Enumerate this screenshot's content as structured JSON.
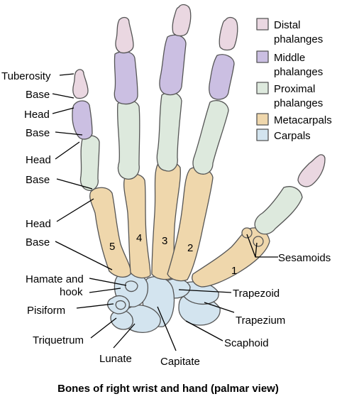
{
  "colors": {
    "distal": "#ead7e1",
    "middle": "#cbbfe2",
    "proximal": "#dde9dd",
    "metacarpal": "#efd7ac",
    "carpal": "#d3e4ef"
  },
  "legend": [
    {
      "line1": "Distal",
      "line2": "phalanges",
      "color_key": "distal"
    },
    {
      "line1": "Middle",
      "line2": "phalanges",
      "color_key": "middle"
    },
    {
      "line1": "Proximal",
      "line2": "phalanges",
      "color_key": "proximal"
    },
    {
      "line1": "Metacarpals",
      "line2": "",
      "color_key": "metacarpal"
    },
    {
      "line1": "Carpals",
      "line2": "",
      "color_key": "carpal"
    }
  ],
  "labels_left": {
    "tuberosity": "Tuberosity",
    "base_distal": "Base",
    "head_middle": "Head",
    "base_middle": "Base",
    "head_proximal": "Head",
    "base_proximal": "Base",
    "head_metacarpal": "Head",
    "base_metacarpal": "Base",
    "hamate_line1": "Hamate and",
    "hamate_line2": "hook",
    "pisiform": "Pisiform",
    "triquetrum": "Triquetrum",
    "lunate": "Lunate",
    "capitate": "Capitate"
  },
  "labels_right": {
    "sesamoids": "Sesamoids",
    "trapezoid": "Trapezoid",
    "trapezium": "Trapezium",
    "scaphoid": "Scaphoid"
  },
  "metacarpal_numbers": [
    "1",
    "2",
    "3",
    "4",
    "5"
  ],
  "caption": "Bones of right wrist and hand (palmar view)"
}
